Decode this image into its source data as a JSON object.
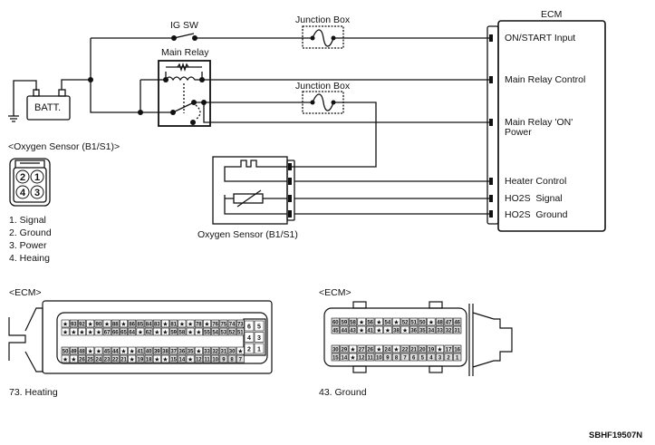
{
  "labels": {
    "ig_sw": "IG SW",
    "main_relay": "Main Relay",
    "junction_box_1": "Junction Box",
    "junction_box_2": "Junction Box",
    "batt": "BATT.",
    "ecm_title": "ECM",
    "sensor_name": "Oxygen Sensor (B1/S1)",
    "sensor_connector_title": "<Oxygen Sensor (B1/S1)>",
    "ecm_connector_1_title": "<ECM>",
    "ecm_connector_2_title": "<ECM>",
    "ecm_connector_1_note": "73. Heating",
    "ecm_connector_2_note": "43. Ground",
    "figure_id": "SBHF19507N"
  },
  "ecm_pins": [
    "ON/START Input",
    "Main Relay Control",
    "Main Relay 'ON'",
    "Power",
    "Heater Control",
    "HO2S  Signal",
    "HO2S  Ground"
  ],
  "sensor_pin_legend": [
    "1. Signal",
    "2. Ground",
    "3. Power",
    "4. Heaing"
  ],
  "sensor_connector_pins": [
    "2",
    "1",
    "4",
    "3"
  ],
  "ecm_connector_1": {
    "rows": [
      [
        "★",
        "93",
        "92",
        "★",
        "90",
        "★",
        "88",
        "★",
        "86",
        "85",
        "84",
        "83",
        "★",
        "81",
        "★",
        "★",
        "78",
        "★",
        "76",
        "75",
        "74",
        "73"
      ],
      [
        "★",
        "★",
        "★",
        "★",
        "★",
        "67",
        "66",
        "65",
        "64",
        "★",
        "62",
        "★",
        "★",
        "59",
        "58",
        "★",
        "★",
        "55",
        "54",
        "53",
        "52",
        "51"
      ],
      [
        "50",
        "49",
        "48",
        "★",
        "★",
        "45",
        "44",
        "★",
        "★",
        "41",
        "40",
        "39",
        "38",
        "37",
        "36",
        "35",
        "★",
        "33",
        "32",
        "31",
        "30",
        "★"
      ],
      [
        "★",
        "★",
        "26",
        "25",
        "24",
        "23",
        "22",
        "21",
        "★",
        "19",
        "18",
        "★",
        "★",
        "15",
        "14",
        "★",
        "12",
        "11",
        "10",
        "9",
        "8",
        "7"
      ]
    ],
    "side_block": [
      "6",
      "5",
      "4",
      "3",
      "2",
      "1"
    ]
  },
  "ecm_connector_2": {
    "rows": [
      [
        "60",
        "59",
        "58",
        "★",
        "56",
        "★",
        "54",
        "★",
        "52",
        "51",
        "50",
        "★",
        "48",
        "47",
        "46"
      ],
      [
        "45",
        "44",
        "43",
        "★",
        "41",
        "★",
        "★",
        "38",
        "★",
        "36",
        "35",
        "34",
        "33",
        "32",
        "31"
      ],
      [
        "30",
        "29",
        "★",
        "27",
        "26",
        "★",
        "24",
        "★",
        "22",
        "21",
        "20",
        "19",
        "★",
        "17",
        "16"
      ],
      [
        "15",
        "14",
        "★",
        "12",
        "11",
        "10",
        "9",
        "8",
        "7",
        "6",
        "5",
        "4",
        "3",
        "2",
        "1"
      ]
    ]
  }
}
